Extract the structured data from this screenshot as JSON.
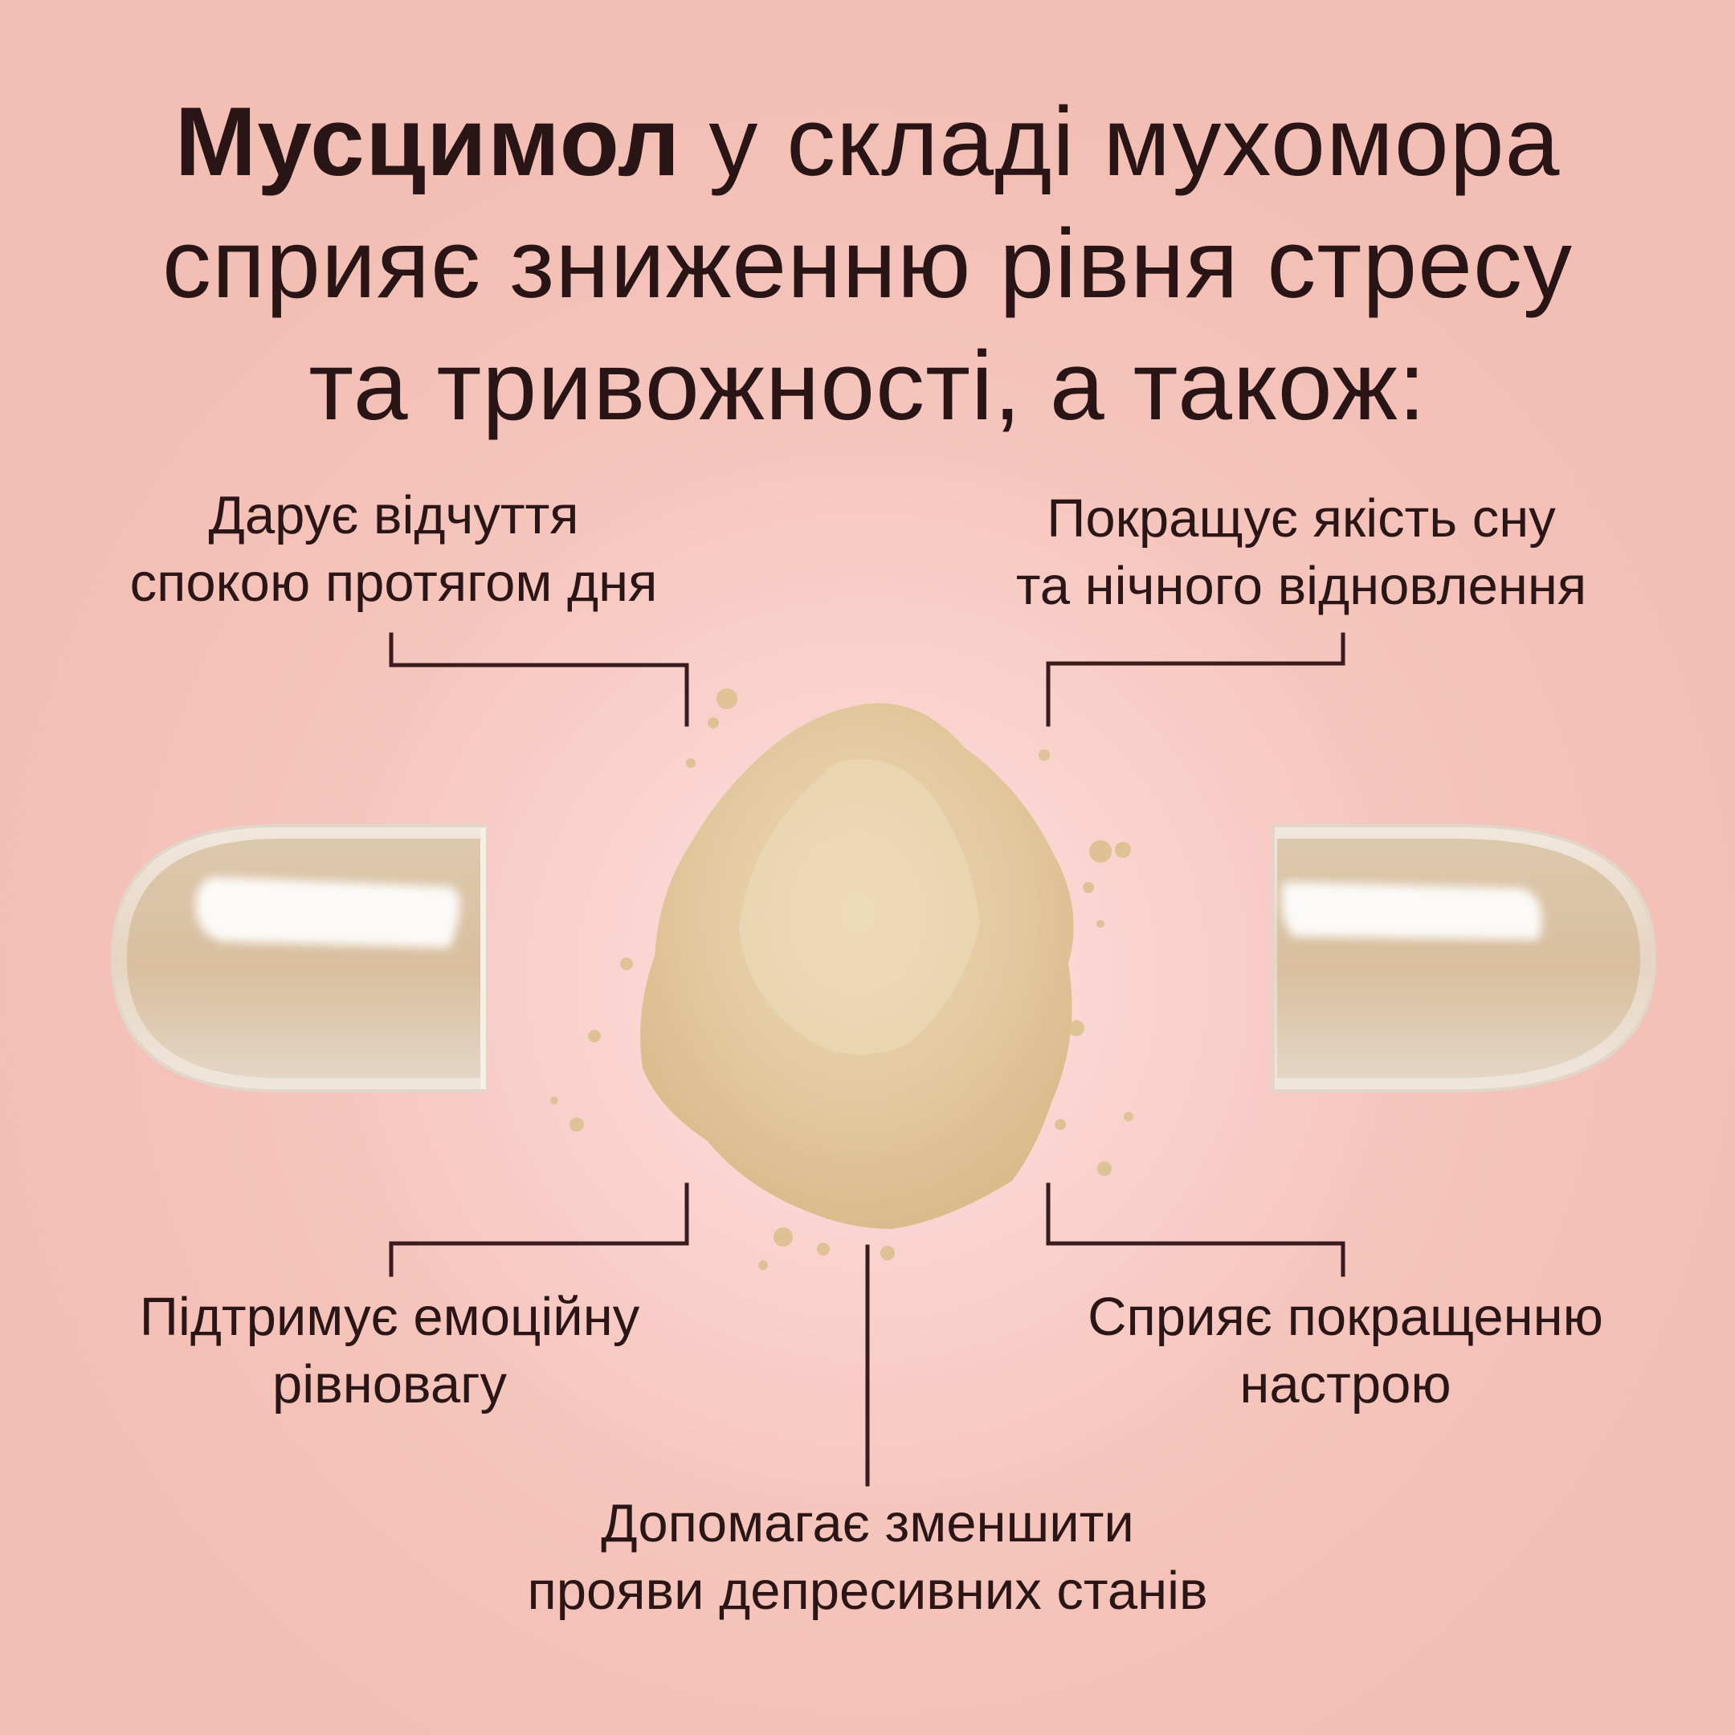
{
  "headline": {
    "bold_word": "Мусцимол",
    "line1_rest": " у складі мухомора",
    "line2": "сприяє зниженню рівня стресу",
    "line3": "та тривожності, а також:"
  },
  "benefits": {
    "top_left": [
      "Дарує відчуття",
      "спокою протягом дня"
    ],
    "top_right": [
      "Покращує якість сну",
      "та нічного відновлення"
    ],
    "bottom_left": [
      "Підтримує емоційну",
      "рівновагу"
    ],
    "bottom_right": [
      "Сприяє покращенню",
      "настрою"
    ],
    "bottom_center": [
      "Допомагає зменшити",
      "прояви депресивних станів"
    ]
  },
  "colors": {
    "background": "#f4c3ba",
    "text": "#2b1617",
    "powder": "#e3c99e",
    "capsule_shell": "#eee6dc"
  },
  "icons": [
    "capsule-left-half",
    "powder-pile",
    "capsule-right-half"
  ]
}
